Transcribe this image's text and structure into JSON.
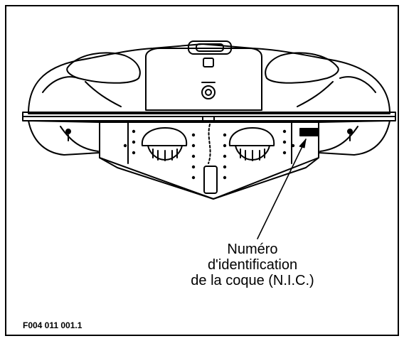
{
  "figure": {
    "id_code": "F004 011 001.1",
    "callout": {
      "line1": "Numéro",
      "line2": "d'identification",
      "line3": "de la coque (N.I.C.)"
    }
  },
  "colors": {
    "ink": "#000000",
    "paper": "#ffffff"
  }
}
